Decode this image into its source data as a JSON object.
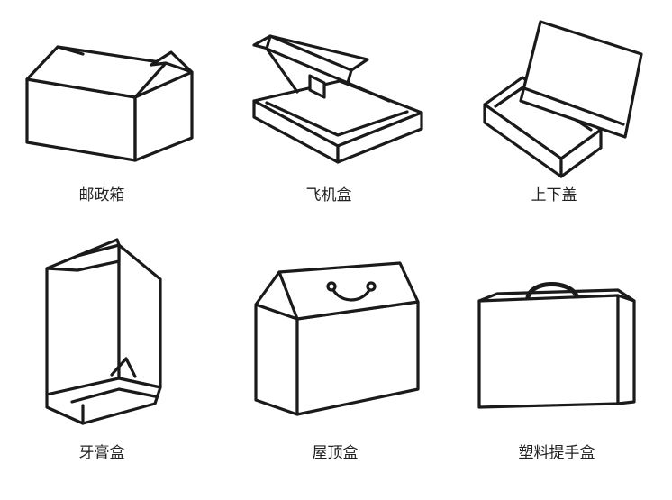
{
  "boxes": [
    {
      "label": "邮政箱"
    },
    {
      "label": "飞机盒"
    },
    {
      "label": "上下盖"
    },
    {
      "label": "牙膏盒"
    },
    {
      "label": "屋顶盒"
    },
    {
      "label": "塑料提手盒"
    }
  ]
}
